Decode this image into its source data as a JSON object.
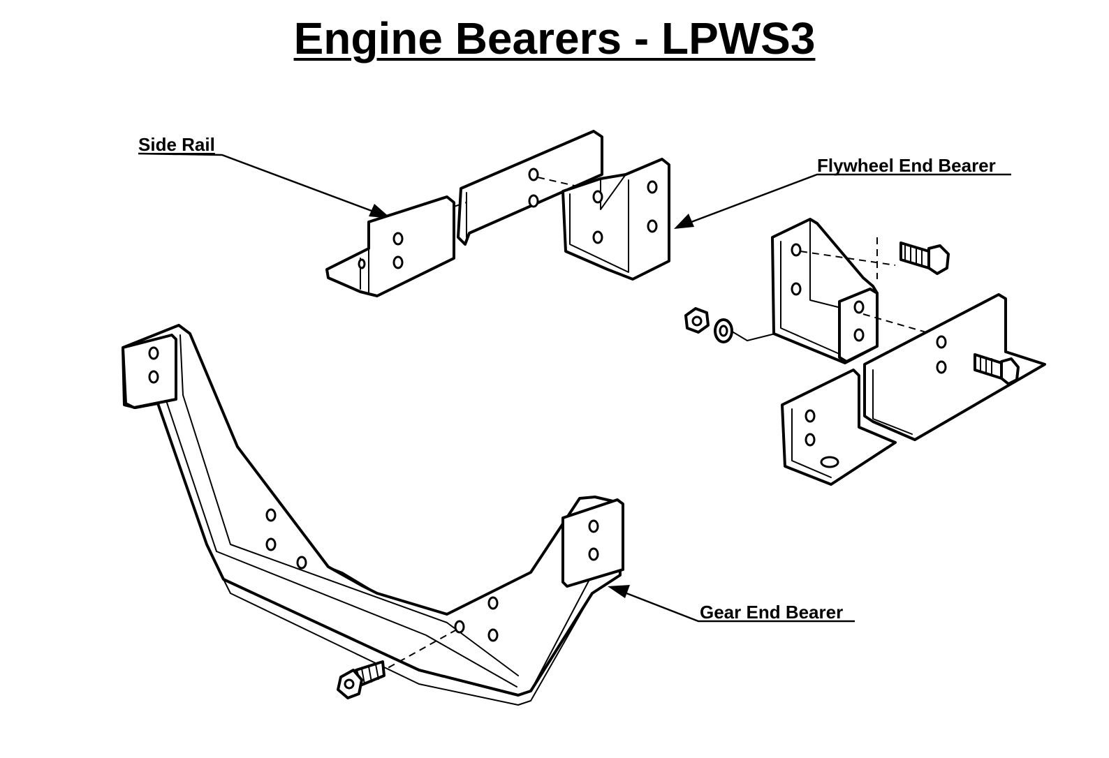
{
  "title": "Engine Bearers - LPWS3",
  "labels": {
    "side_rail": "Side Rail",
    "flywheel_end_bearer": "Flywheel End Bearer",
    "gear_end_bearer": "Gear End Bearer"
  },
  "colors": {
    "line": "#000000",
    "background": "#ffffff"
  }
}
